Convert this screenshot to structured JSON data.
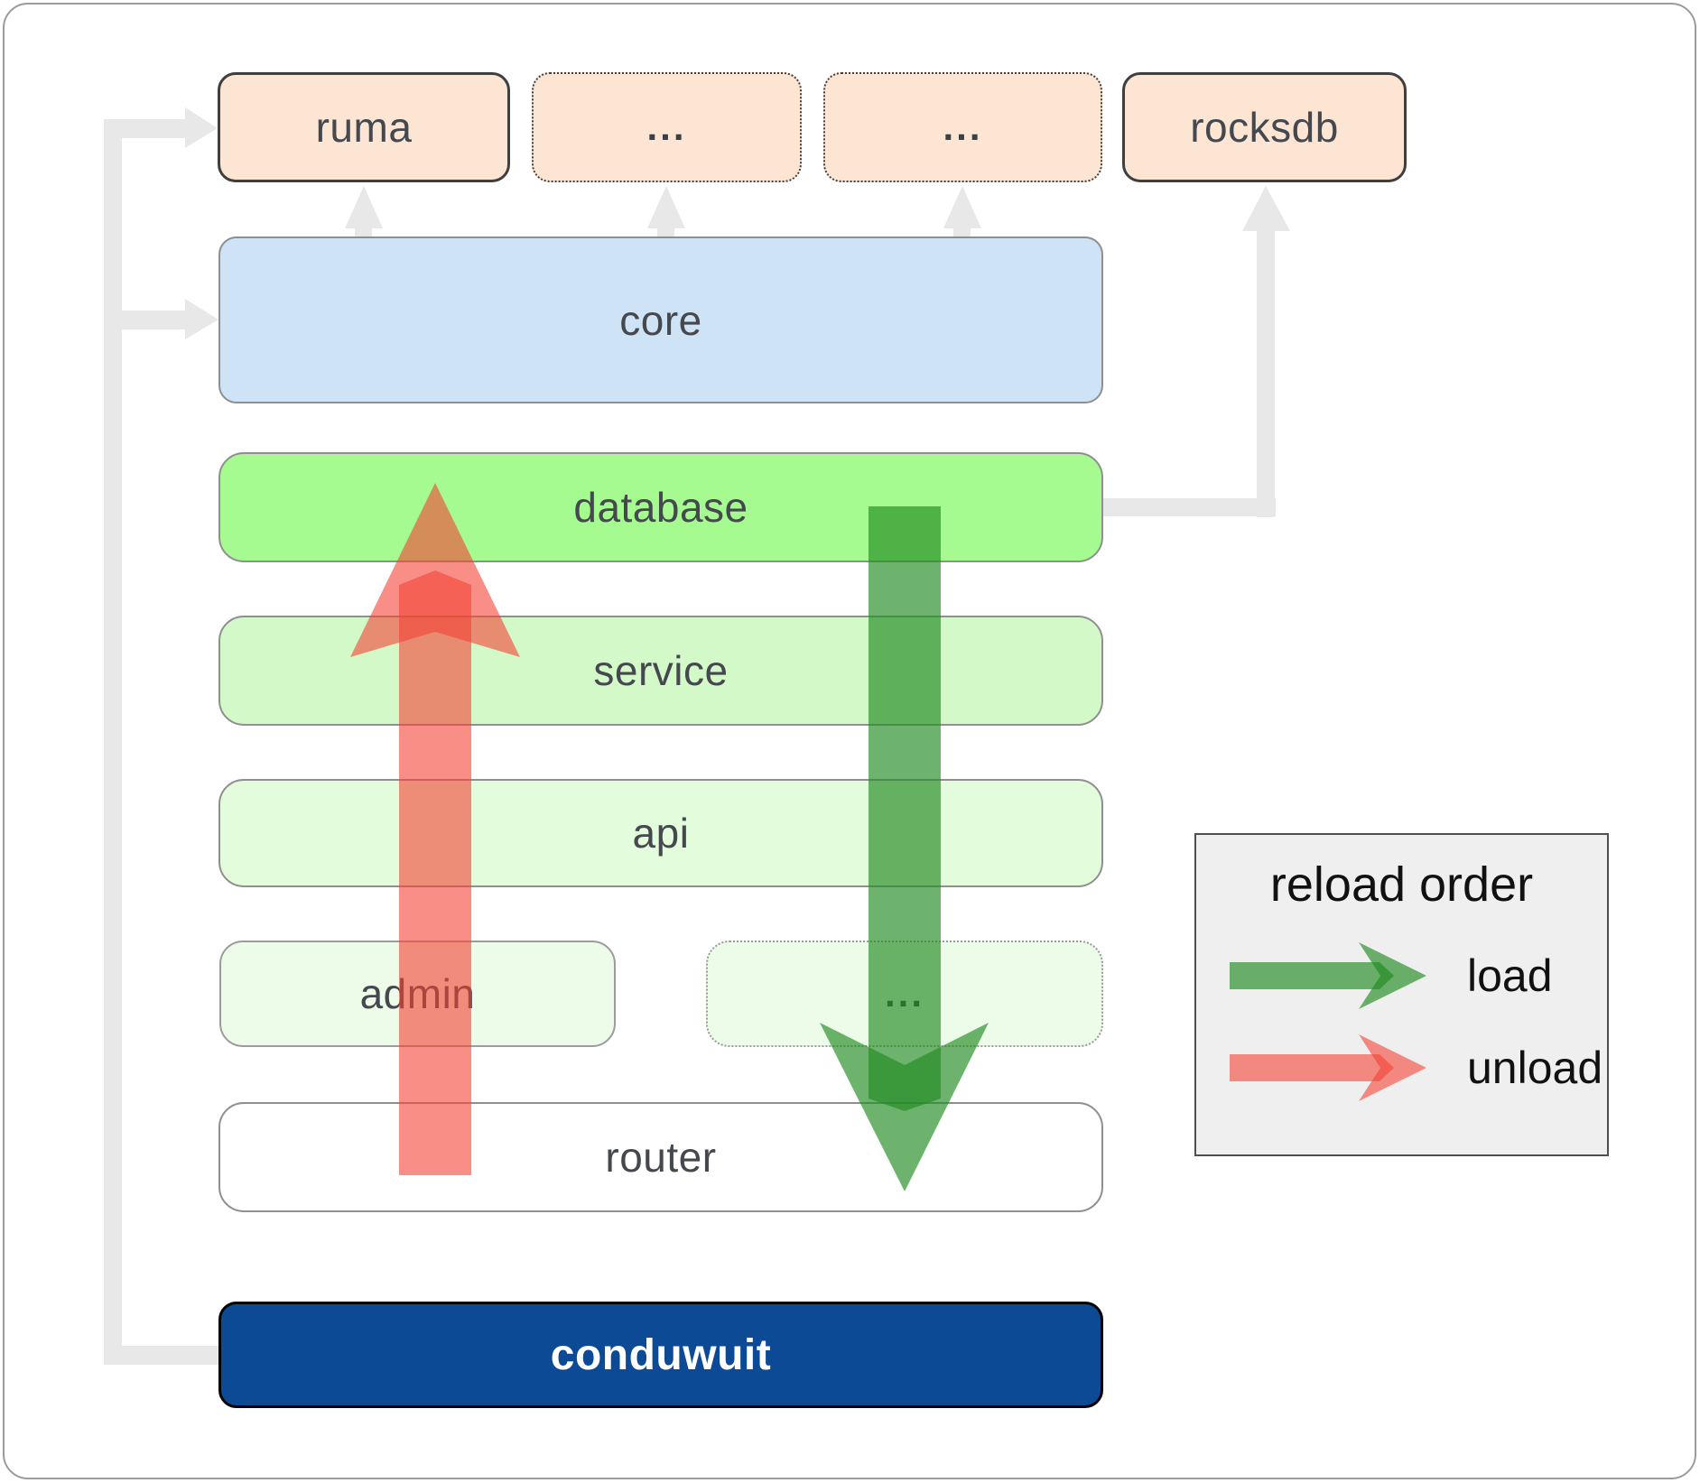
{
  "diagram": {
    "boxes": {
      "ruma": {
        "label": "ruma"
      },
      "ellipsis_top_1": {
        "label": "..."
      },
      "ellipsis_top_2": {
        "label": "..."
      },
      "rocksdb": {
        "label": "rocksdb"
      },
      "core": {
        "label": "core"
      },
      "database": {
        "label": "database"
      },
      "service": {
        "label": "service"
      },
      "api": {
        "label": "api"
      },
      "admin": {
        "label": "admin"
      },
      "ellipsis_mid": {
        "label": "..."
      },
      "router": {
        "label": "router"
      },
      "conduwuit": {
        "label": "conduwuit"
      }
    }
  },
  "legend": {
    "title": "reload order",
    "items": [
      {
        "label": "load"
      },
      {
        "label": "unload"
      }
    ]
  },
  "colors": {
    "peach_fill": "#fce5d3",
    "core_fill": "#cfe3f6",
    "database_fill": "#a5fb90",
    "service_fill": "#d4f9c8",
    "api_fill": "#e3fcdb",
    "admin_fill": "#edfbe9",
    "ellipsis_mid_fill": "#edfbe9",
    "router_fill": "#ffffff",
    "conduwuit_fill": "#0d4a96",
    "connector_gray": "#e8e8e8",
    "load_green": "rgba(34,139,34,0.66)",
    "unload_red": "rgba(244,67,54,0.6)"
  }
}
